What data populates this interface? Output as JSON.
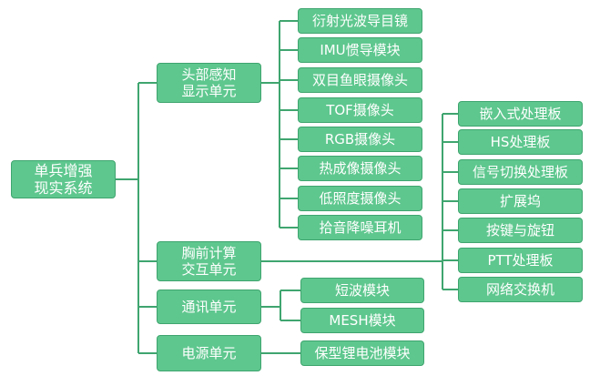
{
  "colors": {
    "box_fill": "#5ec78e",
    "box_border": "#3fa56f",
    "line": "#3fa56f",
    "text": "#ffffff"
  },
  "root": {
    "label": "单兵增强\n现实系统"
  },
  "units": [
    {
      "label": "头部感知\n显示单元"
    },
    {
      "label": "胸前计算\n交互单元"
    },
    {
      "label": "通讯单元"
    },
    {
      "label": "电源单元"
    }
  ],
  "head_modules": [
    "衍射光波导目镜",
    "IMU惯导模块",
    "双目鱼眼摄像头",
    "TOF摄像头",
    "RGB摄像头",
    "热成像摄像头",
    "低照度摄像头",
    "拾音降噪耳机"
  ],
  "compute_modules": [
    "嵌入式处理板",
    "HS处理板",
    "信号切换处理板",
    "扩展坞",
    "按键与旋钮",
    "PTT处理板",
    "网络交换机"
  ],
  "comm_modules": [
    "短波模块",
    "MESH模块"
  ],
  "power_modules": [
    "保型锂电池模块"
  ]
}
